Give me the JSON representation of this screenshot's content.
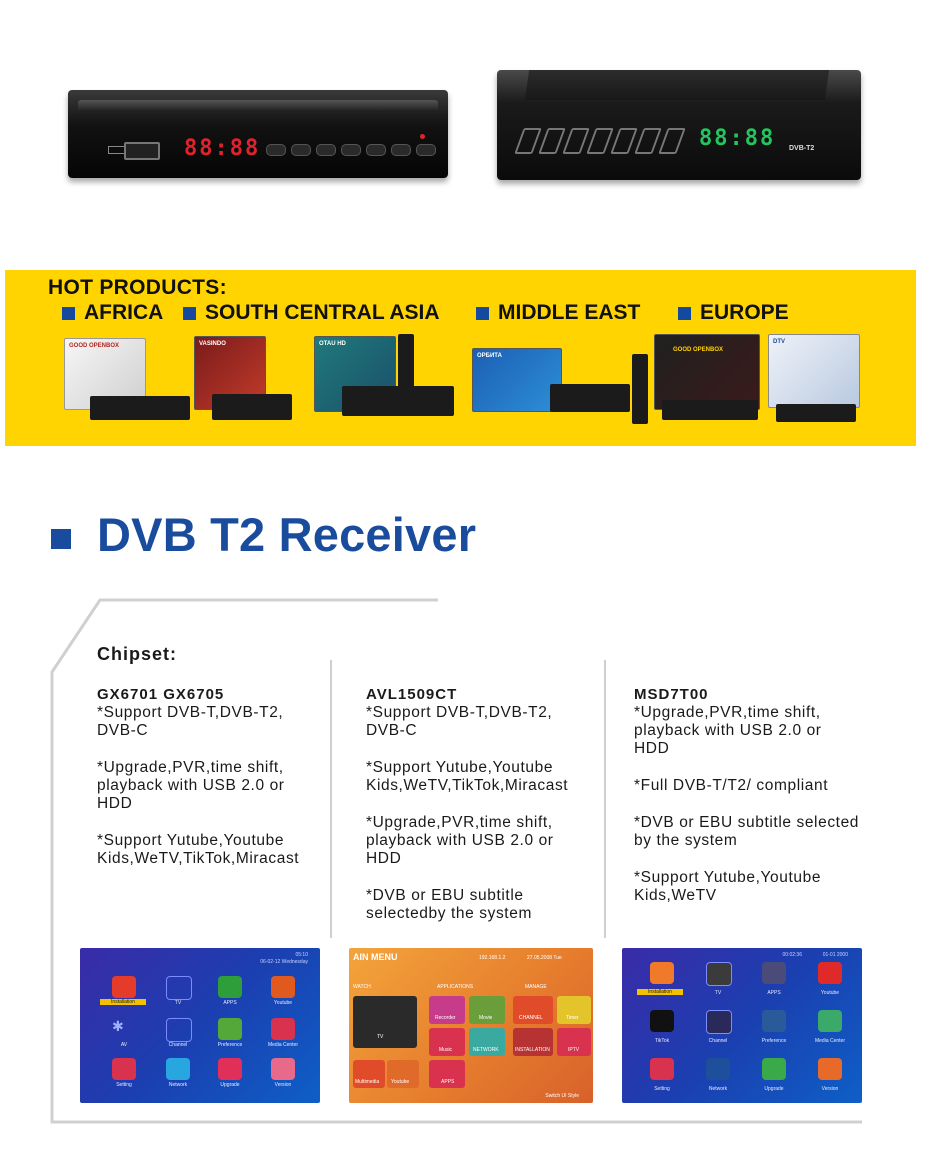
{
  "receivers": [
    {
      "display": "88:88",
      "display_color": "#e0232b"
    },
    {
      "display": "88:88",
      "display_color": "#22c55e",
      "model": "DVB-T2"
    }
  ],
  "banner": {
    "title": "HOT PRODUCTS:",
    "regions": [
      "AFRICA",
      "SOUTH CENTRAL ASIA",
      "MIDDLE EAST",
      "EUROPE"
    ],
    "product_brands": [
      "GOOD OPENBOX",
      "VASINDO",
      "OTAU HD",
      "ОРБИТА",
      "GOOD OPENBOX",
      "DTV"
    ],
    "bg_color": "#ffd400",
    "accent_color": "#1449a0"
  },
  "section": {
    "title": "DVB T2 Receiver",
    "title_color": "#1a4c9e",
    "chipset_label": "Chipset:"
  },
  "columns": [
    {
      "chip": "GX6701  GX6705",
      "features": [
        "*Support DVB-T,DVB-T2,\nDVB-C",
        "*Upgrade,PVR,time shift,\nplayback with USB 2.0 or\nHDD",
        "*Support Yutube,Youtube\n Kids,WeTV,TikTok,Miracast"
      ]
    },
    {
      "chip": "AVL1509CT",
      "features": [
        "*Support DVB-T,DVB-T2,\nDVB-C",
        "*Support Yutube,Youtube\n Kids,WeTV,TikTok,Miracast",
        "*Upgrade,PVR,time shift,\nplayback with USB 2.0 or\nHDD",
        "*DVB or EBU subtitle\n selectedby the system"
      ]
    },
    {
      "chip": "MSD7T00",
      "features": [
        "*Upgrade,PVR,time shift,\nplayback with USB 2.0 or\n HDD",
        "*Full DVB-T/T2/ compliant",
        "*DVB or EBU subtitle selected\n by the system",
        "*Support Yutube,Youtube\n Kids,WeTV"
      ]
    }
  ],
  "screens": {
    "screen1": {
      "clock": "05:10",
      "date": "06-02-12  Wednesday",
      "tiles": [
        "Installation",
        "TV",
        "APPS",
        "Youtube",
        "AV",
        "Channel",
        "Preference",
        "Media Center",
        "Setting",
        "Network",
        "Upgrade",
        "Version"
      ]
    },
    "screen2": {
      "header": "AIN MENU",
      "ip": "192.168.1.2",
      "date": "27.05.2008 Tue",
      "groups": [
        "WATCH",
        "APPLICATIONS",
        "MANAGE"
      ],
      "tiles": [
        "TV",
        "Recorder",
        "Movie",
        "CHANNEL",
        "Timer",
        "Music",
        "NETWORK",
        "INSTALLATION",
        "IPTV",
        "Multimedia",
        "Youtube",
        "APPS"
      ],
      "footer": "Switch UI Style"
    },
    "screen3": {
      "clock": "00:02:36",
      "date": "01-01 2000",
      "tiles": [
        "Installation",
        "TV",
        "APPS",
        "Youtube",
        "TikTok",
        "Channel",
        "Preference",
        "Media Center",
        "Setting",
        "Network",
        "Upgrade",
        "Version"
      ]
    }
  }
}
